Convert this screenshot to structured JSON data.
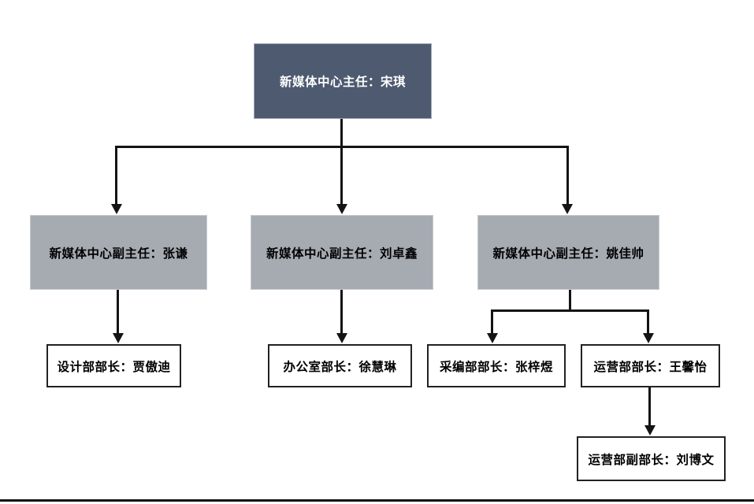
{
  "diagram": {
    "type": "org-chart",
    "nodes": {
      "director": {
        "label": "新媒体中心主任：宋琪",
        "level": 1
      },
      "deputy_zhangqian": {
        "label": "新媒体中心副主任：张谦",
        "level": 2
      },
      "deputy_liuzhuoxin": {
        "label": "新媒体中心副主任：刘卓鑫",
        "level": 2
      },
      "deputy_yaojiashuai": {
        "label": "新媒体中心副主任：姚佳帅",
        "level": 2
      },
      "design_head": {
        "label": "设计部部长：贾傲迪",
        "level": 3
      },
      "office_head": {
        "label": "办公室部长：徐慧琳",
        "level": 3
      },
      "editorial_head": {
        "label": "采编部部长：张梓煜",
        "level": 3
      },
      "operations_head": {
        "label": "运营部部长：王馨怡",
        "level": 3
      },
      "operations_deputy_head": {
        "label": "运营部副部长：刘博文",
        "level": 4
      }
    },
    "hierarchy": [
      {
        "from": "新媒体中心主任：宋琪",
        "to": "新媒体中心副主任：张谦"
      },
      {
        "from": "新媒体中心主任：宋琪",
        "to": "新媒体中心副主任：刘卓鑫"
      },
      {
        "from": "新媒体中心主任：宋琪",
        "to": "新媒体中心副主任：姚佳帅"
      },
      {
        "from": "新媒体中心副主任：张谦",
        "to": "设计部部长：贾傲迪"
      },
      {
        "from": "新媒体中心副主任：刘卓鑫",
        "to": "办公室部长：徐慧琳"
      },
      {
        "from": "新媒体中心副主任：姚佳帅",
        "to": "采编部部长：张梓煜"
      },
      {
        "from": "新媒体中心副主任：姚佳帅",
        "to": "运营部部长：王馨怡"
      },
      {
        "from": "运营部部长：王馨怡",
        "to": "运营部副部长：刘博文"
      }
    ],
    "colors": {
      "level1_fill": "#4D5A70",
      "level1_text": "#FFFFFF",
      "level2_fill": "#A6ABB2",
      "level2_text": "#000000",
      "level3_fill": "#FFFFFF",
      "level3_border": "#222222",
      "connector": "#141414",
      "background": "#FFFFFF"
    }
  }
}
